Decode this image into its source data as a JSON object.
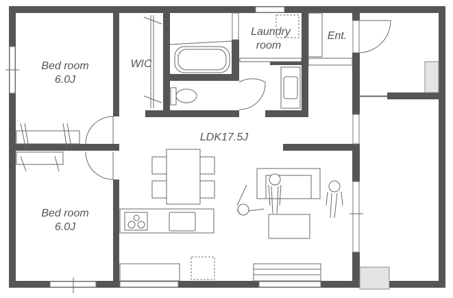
{
  "plan": {
    "rooms": {
      "bedroom_top": {
        "name": "Bed room",
        "size": "6.0J"
      },
      "bedroom_bottom": {
        "name": "Bed room",
        "size": "6.0J"
      },
      "wic": {
        "name": "WIC"
      },
      "laundry": {
        "line1": "Laundry",
        "line2": "room"
      },
      "entrance": {
        "name": "Ent."
      },
      "ldk": {
        "name": "LDK17.5J"
      }
    },
    "colors": {
      "wall": "#555555",
      "line": "#666666",
      "storage": "#e4e4e4"
    }
  }
}
